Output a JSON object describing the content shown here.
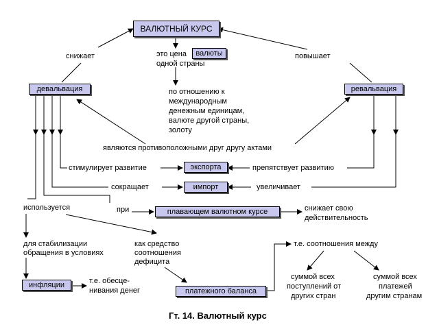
{
  "nodes": {
    "rate": "ВАЛЮТНЫЙ КУРС",
    "currency": "валюты",
    "devaluation": "девальвация",
    "revaluation": "ревальвация",
    "export": "экспорта",
    "import": "импорт",
    "floating": "плавающем валютном курсе",
    "inflation": "инфляции",
    "balance": "платежного баланса"
  },
  "labels": {
    "lowers": "снижает",
    "raises": "повышает",
    "price_1": "это цена",
    "price_2": "одной страны",
    "relation_1": "по отношению к",
    "relation_2": "международным",
    "relation_3": "денежным единицам,",
    "relation_4": "валюте другой страны,",
    "relation_5": "золоту",
    "opposite": "являются противоположными друг другу актами",
    "stimulates": "стимулирует развитие",
    "hinders": "препятствует развитию",
    "reduces": "сокращает",
    "increases": "увеличивает",
    "used": "используется",
    "at": "при",
    "reduces_eff_1": "снижает свою",
    "reduces_eff_2": "действительность",
    "stab_1": "для стабилизации",
    "stab_2": "обращения в условиях",
    "means_1": "как средство",
    "means_2": "соотношения",
    "means_3": "дефицита",
    "infl_1": "т.е. обесце-",
    "infl_2": "нивания денег",
    "ratio": "т.е. соотношения между",
    "rec_1": "суммой всех",
    "rec_2": "поступлений от",
    "rec_3": "других стран",
    "pay_1": "суммой всех",
    "pay_2": "платежей",
    "pay_3": "другим странам"
  },
  "caption": "Гт. 14. Валютный курс"
}
